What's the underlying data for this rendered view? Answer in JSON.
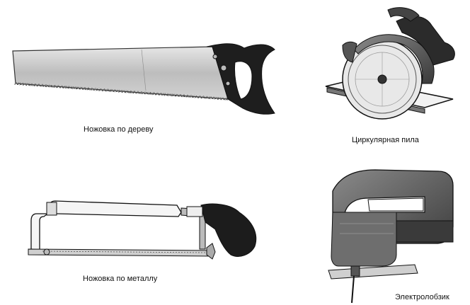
{
  "captions": {
    "wood_saw": "Ножовка по дереву",
    "circular_saw": "Циркулярная пила",
    "hacksaw": "Ножовка по металлу",
    "jigsaw": "Электролобзик"
  }
}
